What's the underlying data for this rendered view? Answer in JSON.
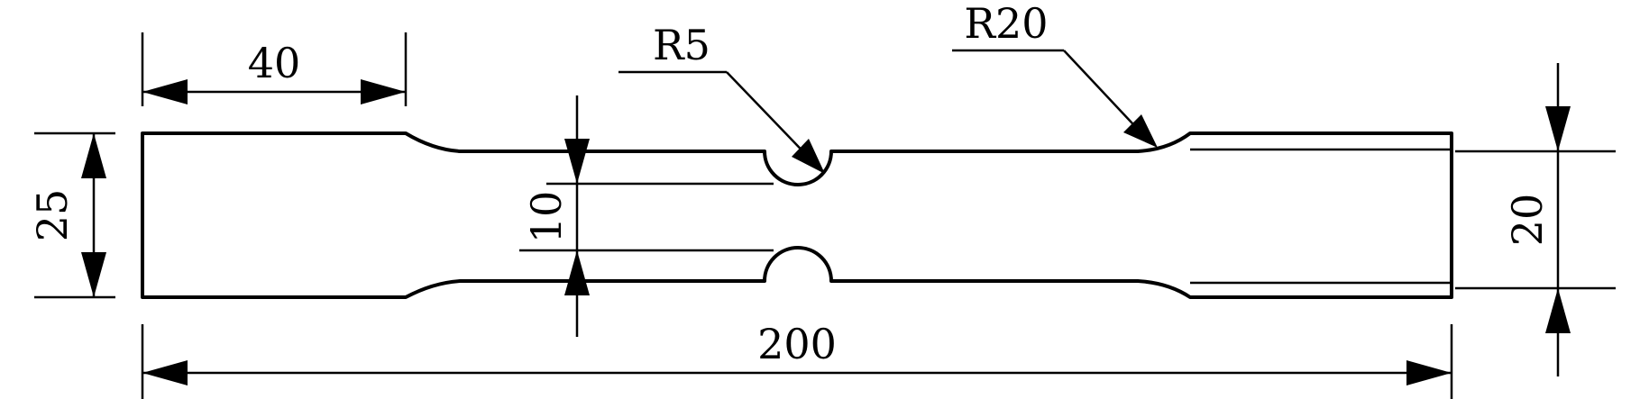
{
  "dimensions": {
    "overall_length": "200",
    "grip_length": "40",
    "grip_width": "25",
    "gauge_width": "20",
    "notch_spacing": "10",
    "notch_radius": "R5",
    "fillet_radius": "R20"
  },
  "colors": {
    "line": "#000000",
    "background": "#ffffff"
  }
}
